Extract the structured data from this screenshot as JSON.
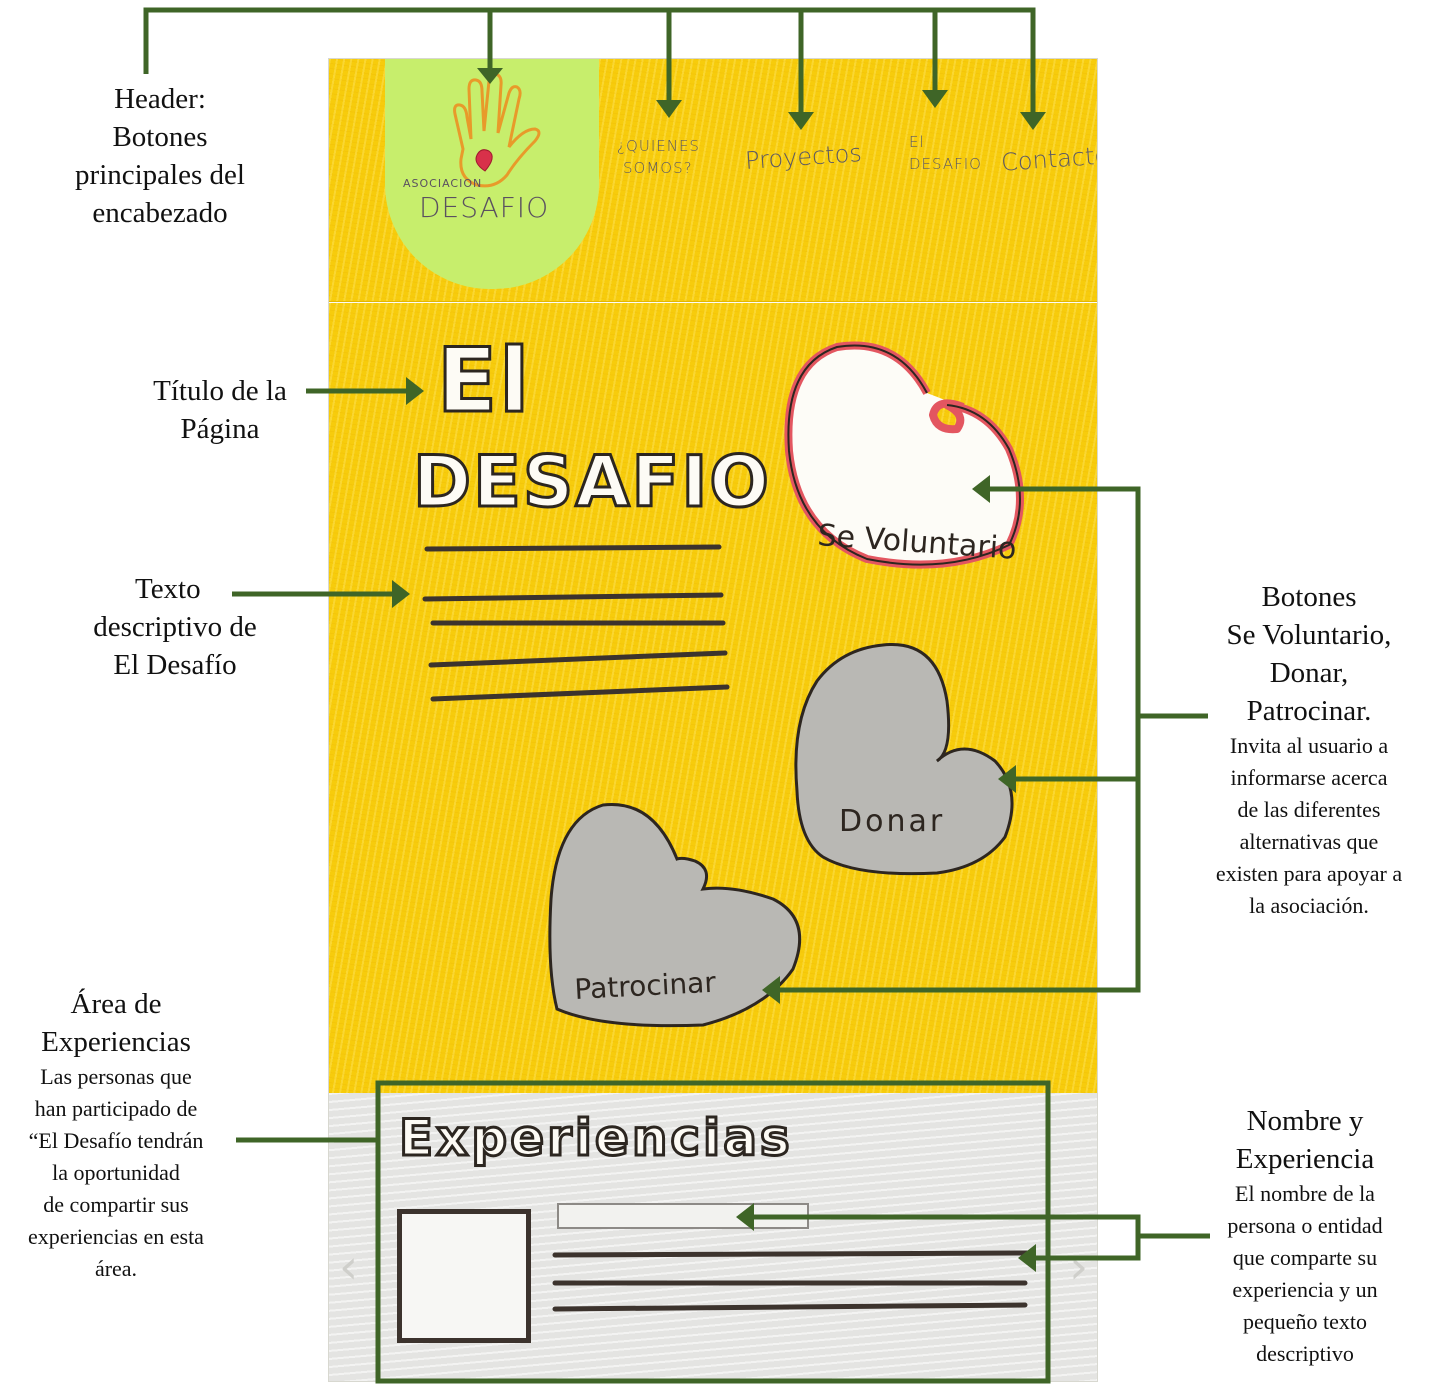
{
  "annotations": {
    "header": {
      "title": "Header:",
      "lines": [
        "Botones",
        "principales del",
        "encabezado"
      ]
    },
    "page_title": {
      "lines": [
        "Título de la",
        "Página"
      ]
    },
    "description": {
      "lines": [
        "Texto",
        "descriptivo de",
        "El Desafío"
      ]
    },
    "buttons": {
      "title_lines": [
        "Botones",
        "Se Voluntario,",
        "Donar,",
        "Patrocinar."
      ],
      "sub_lines": [
        "Invita al usuario a",
        "informarse acerca",
        "de las diferentes",
        "alternativas que",
        "existen para apoyar a",
        "la asociación."
      ]
    },
    "experiences": {
      "title_lines": [
        "Área de",
        "Experiencias"
      ],
      "sub_lines": [
        "Las personas que",
        "han participado de",
        "“El Desafío tendrán",
        "la oportunidad",
        "de compartir sus",
        "experiencias en esta",
        "área."
      ]
    },
    "name_experience": {
      "title_lines": [
        "Nombre y",
        "Experiencia"
      ],
      "sub_lines": [
        "El nombre de la",
        "persona o entidad",
        "que comparte su",
        "experiencia y un",
        "pequeño texto",
        "descriptivo"
      ]
    }
  },
  "mockup": {
    "logo": {
      "small": "ASOCIACION",
      "big": "DESAFIO"
    },
    "nav": {
      "quienes": [
        "¿QUIENES",
        "SOMOS?"
      ],
      "proyectos": "Proyectos",
      "desafio": [
        "El",
        "DESAFIO"
      ],
      "contacto": "Contacto"
    },
    "title": {
      "line1": "El",
      "line2": "DESAFIO"
    },
    "hearts": {
      "voluntario": "Se Voluntario",
      "donar": "Donar",
      "patrocinar": "Patrocinar"
    },
    "experiences_title": "Experiencias",
    "colors": {
      "yellow": "#f7cc0c",
      "logo_green": "#c7ee6c",
      "heart_red": "#e35660",
      "heart_gray": "#b9b8b4",
      "arrow_green": "#3f6527"
    }
  }
}
